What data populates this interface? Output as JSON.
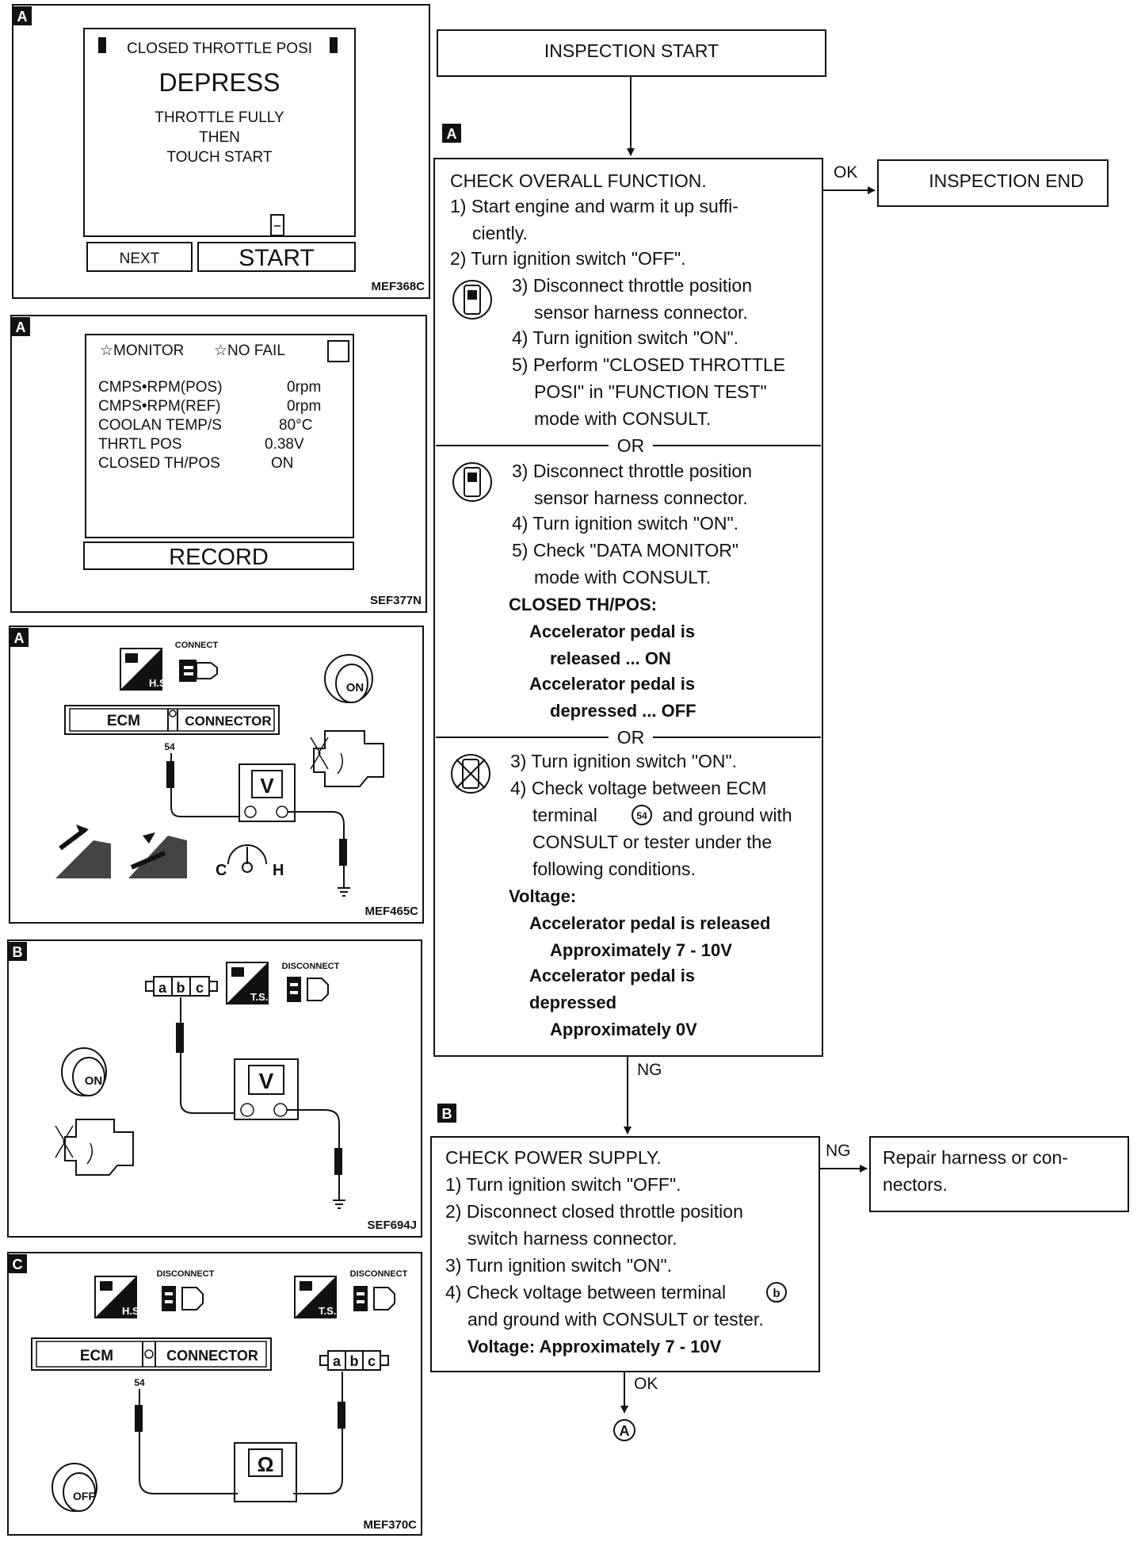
{
  "panels": {
    "p1": {
      "tag": "A",
      "title": "CLOSED THROTTLE POSI",
      "big": "DEPRESS",
      "lines": [
        "THROTTLE FULLY",
        "THEN",
        "TOUCH START"
      ],
      "next": "NEXT",
      "start": "START",
      "code": "MEF368C"
    },
    "p2": {
      "tag": "A",
      "hdr1": "☆MONITOR",
      "hdr2": "☆NO FAIL",
      "rows": [
        [
          "CMPS•RPM(POS)",
          "0rpm"
        ],
        [
          "CMPS•RPM(REF)",
          "0rpm"
        ],
        [
          "COOLAN TEMP/S",
          "80°C"
        ],
        [
          "THRTL POS",
          "0.38V"
        ],
        [
          "CLOSED TH/POS",
          "ON"
        ]
      ],
      "record": "RECORD",
      "code": "SEF377N"
    },
    "p3": {
      "tag": "A",
      "hs": "H.S.",
      "connect": "CONNECT",
      "ecm": "ECM",
      "connector": "CONNECTOR",
      "pin": "54",
      "meter": "V",
      "on": "ON",
      "c": "C",
      "h": "H",
      "code": "MEF465C"
    },
    "p4": {
      "tag": "B",
      "ts": "T.S.",
      "disconnect": "DISCONNECT",
      "abc": [
        "a",
        "b",
        "c"
      ],
      "meter": "V",
      "on": "ON",
      "code": "SEF694J"
    },
    "p5": {
      "tag": "C",
      "hs": "H.S.",
      "ts": "T.S.",
      "disconnect1": "DISCONNECT",
      "disconnect2": "DISCONNECT",
      "ecm": "ECM",
      "connector": "CONNECTOR",
      "pin": "54",
      "abc": [
        "a",
        "b",
        "c"
      ],
      "meter": "Ω",
      "off": "OFF",
      "code": "MEF370C"
    }
  },
  "flow": {
    "start": "INSPECTION START",
    "tagA": "A",
    "tagB": "B",
    "boxA": {
      "title": "CHECK OVERALL FUNCTION.",
      "lines": [
        "1) Start engine and warm it up suffi-",
        "ciently.",
        "2) Turn ignition switch \"OFF\"."
      ],
      "c1": [
        "3) Disconnect throttle position",
        "sensor harness connector.",
        "4) Turn ignition switch \"ON\".",
        "5) Perform \"CLOSED THROTTLE",
        "POSI\" in \"FUNCTION TEST\"",
        "mode with CONSULT."
      ],
      "or": "OR",
      "c2": [
        "3) Disconnect throttle position",
        "sensor harness connector.",
        "4) Turn ignition switch \"ON\".",
        "5) Check \"DATA MONITOR\"",
        "mode with CONSULT."
      ],
      "c2b": [
        "CLOSED TH/POS:",
        "Accelerator pedal is",
        "released ... ON",
        "Accelerator pedal is",
        "depressed ... OFF"
      ],
      "c3": [
        "3) Turn ignition switch \"ON\".",
        "4) Check voltage between ECM",
        "terminal",
        "and ground with",
        "CONSULT or tester under the",
        "following conditions."
      ],
      "term": "54",
      "c3b": [
        "Voltage:",
        "Accelerator pedal is released",
        "Approximately 7 - 10V",
        "Accelerator pedal is",
        "depressed",
        "Approximately 0V"
      ]
    },
    "ok1": "OK",
    "end": "INSPECTION END",
    "ng1": "NG",
    "boxB": {
      "lines": [
        "CHECK POWER SUPPLY.",
        "1) Turn ignition switch \"OFF\".",
        "2) Disconnect closed throttle position",
        "switch harness connector.",
        "3) Turn ignition switch \"ON\".",
        "4) Check voltage between terminal",
        "and ground with CONSULT or tester."
      ],
      "term": "b",
      "voltage": "Voltage: Approximately 7 - 10V"
    },
    "ng2": "NG",
    "repair": [
      "Repair harness or con-",
      "nectors."
    ],
    "ok2": "OK",
    "goto": "A"
  }
}
